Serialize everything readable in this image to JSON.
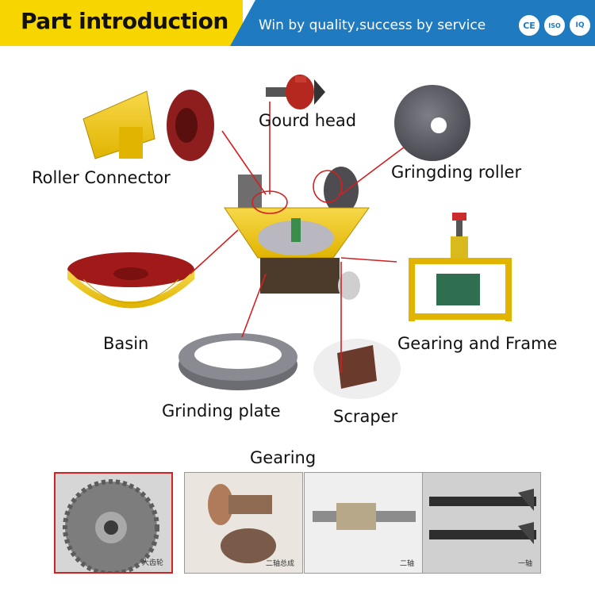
{
  "header": {
    "title": "Part introduction",
    "slogan": "Win by quality,success by service",
    "certs": [
      "CE",
      "ISO",
      "IQ"
    ]
  },
  "parts": {
    "gourd_head": "Gourd head",
    "roller_connector": "Roller Connector",
    "grinding_roller": "Gringding roller",
    "basin": "Basin",
    "gearing_frame": "Gearing and Frame",
    "grinding_plate": "Grinding plate",
    "scraper": "Scraper"
  },
  "gearing": {
    "title": "Gearing",
    "items": [
      {
        "caption": "大齿轮"
      },
      {
        "caption": "二轴总成"
      },
      {
        "caption": "二轴"
      },
      {
        "caption": "一轴"
      }
    ]
  }
}
